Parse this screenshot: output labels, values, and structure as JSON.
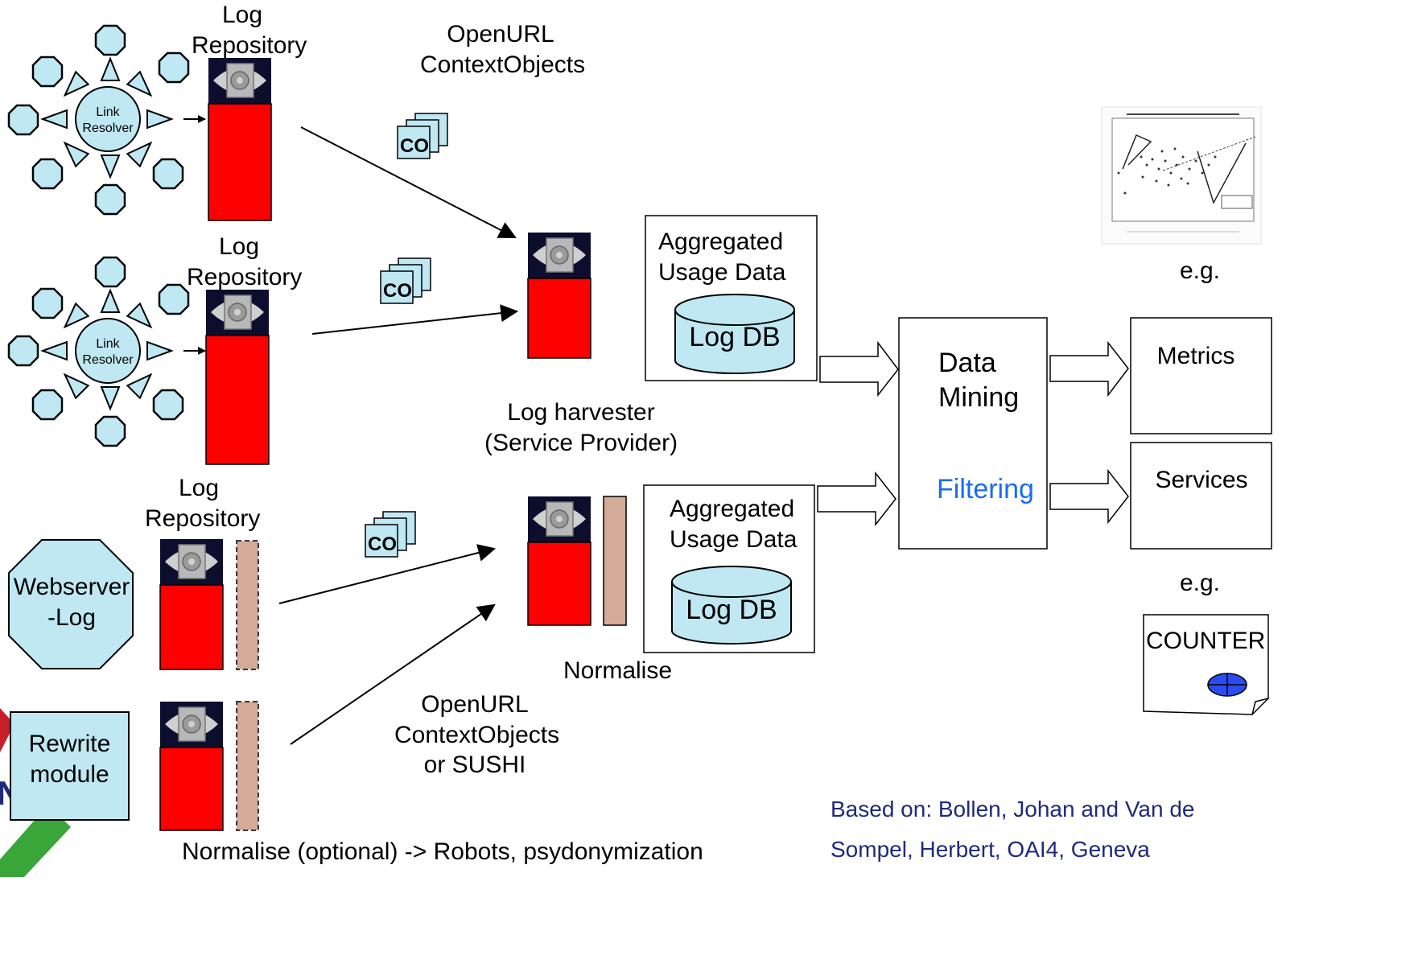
{
  "sources": {
    "resolver_1": {
      "label_line1": "Link",
      "label_line2": "Resolver"
    },
    "resolver_2": {
      "label_line1": "Link",
      "label_line2": "Resolver"
    },
    "webserver": {
      "label_line1": "Webserver",
      "label_line2": "-Log"
    },
    "rewrite": {
      "label_line1": "Rewrite",
      "label_line2": "module"
    }
  },
  "repositories": {
    "repo_1": {
      "line1": "Log",
      "line2": "Repository"
    },
    "repo_2": {
      "line1": "Log",
      "line2": "Repository"
    },
    "repo_3": {
      "line1": "Log",
      "line2": "Repository"
    }
  },
  "transfer": {
    "top": {
      "line1": "OpenURL",
      "line2": "ContextObjects"
    },
    "bottom": {
      "line1": "OpenURL",
      "line2": "ContextObjects",
      "line3": "or SUSHI"
    },
    "co_badge": "CO"
  },
  "harvester": {
    "line1": "Log harvester",
    "line2": "(Service Provider)"
  },
  "normalise_label": "Normalise",
  "normalise_optional": "Normalise (optional) -> Robots, psydonymization",
  "aggregated": {
    "top": {
      "line1": "Aggregated",
      "line2": "Usage Data",
      "db": "Log DB"
    },
    "bottom": {
      "line1": "Aggregated",
      "line2": "Usage Data",
      "db": "Log DB"
    }
  },
  "processing": {
    "line1": "Data",
    "line2": "Mining",
    "line3": "Filtering"
  },
  "outputs": {
    "metrics": "Metrics",
    "services": "Services",
    "eg_top": "e.g.",
    "eg_bottom": "e.g.",
    "counter": "COUNTER"
  },
  "credit": {
    "line1": "Based on: Bollen, Johan and Van de",
    "line2": "Sompel, Herbert,  OAI4, Geneva"
  },
  "colors": {
    "server_red": "#ff0000",
    "server_dark": "#0d0d2e",
    "node_fill": "#bfe8f3",
    "filter_blue": "#1a6cf0",
    "normalise_bar": "#d4aa98",
    "credit_navy": "#1f2a7a"
  }
}
